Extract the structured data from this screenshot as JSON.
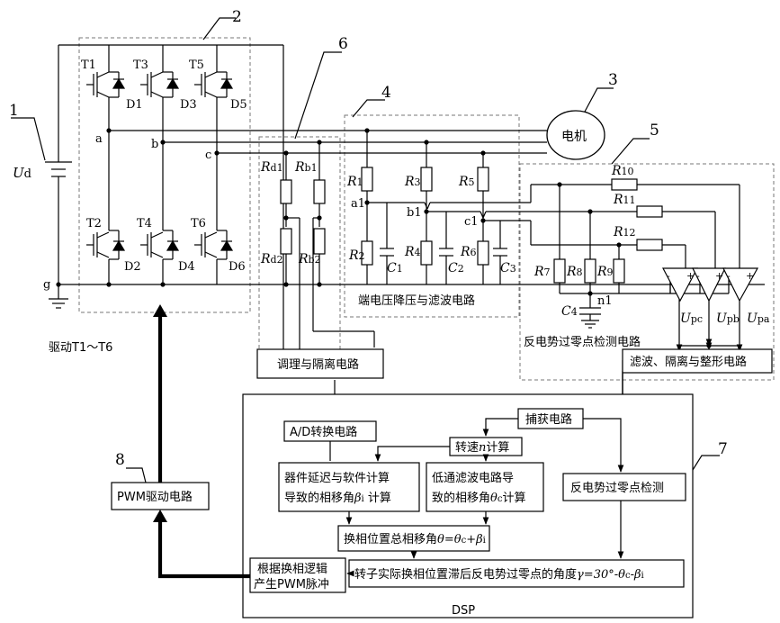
{
  "callouts": {
    "c1": "1",
    "c2": "2",
    "c3": "3",
    "c4": "4",
    "c5": "5",
    "c6": "6",
    "c7": "7",
    "c8": "8"
  },
  "source": {
    "label": "U",
    "sub": "d"
  },
  "transistors": {
    "t1": "T1",
    "t3": "T3",
    "t5": "T5",
    "t2": "T2",
    "t4": "T4",
    "t6": "T6"
  },
  "diodes": {
    "d1": "D1",
    "d3": "D3",
    "d5": "D5",
    "d2": "D2",
    "d4": "D4",
    "d6": "D6"
  },
  "nodes": {
    "a": "a",
    "b": "b",
    "c": "c",
    "g": "g",
    "a1": "a1",
    "b1": "b1",
    "c1": "c1",
    "n1": "n1"
  },
  "motor": "电机",
  "divider": {
    "rd1": "R",
    "rd1s": "d1",
    "rb1": "R",
    "rb1s": "b1",
    "rd2": "R",
    "rd2s": "d2",
    "rb2": "R",
    "rb2s": "b2"
  },
  "filter": {
    "r1": "R",
    "r1s": "1",
    "r3": "R",
    "r3s": "3",
    "r5": "R",
    "r5s": "5",
    "r2": "R",
    "r2s": "2",
    "r4": "R",
    "r4s": "4",
    "r6": "R",
    "r6s": "6",
    "c1": "C",
    "c1s": "1",
    "c2": "C",
    "c2s": "2",
    "c3": "C",
    "c3s": "3",
    "caption": "端电压降压与滤波电路"
  },
  "bemf": {
    "r10": "R",
    "r10s": "10",
    "r11": "R",
    "r11s": "11",
    "r12": "R",
    "r12s": "12",
    "r7": "R",
    "r7s": "7",
    "r8": "R",
    "r8s": "8",
    "r9": "R",
    "r9s": "9",
    "c4": "C",
    "c4s": "4",
    "upc": "U",
    "upcs": "pc",
    "upb": "U",
    "upbs": "pb",
    "upa": "U",
    "upas": "pa",
    "caption": "反电势过零点检测电路",
    "shaping": "滤波、隔离与整形电路"
  },
  "blocks": {
    "conditioning": "调理与隔离电路",
    "drive_label": "驱动T1～T6",
    "adc": "A/D转换电路",
    "capture": "捕获电路",
    "speed_a": "转速",
    "speed_n": "n",
    "speed_b": "计算",
    "delay_1": "器件延迟与软件计算",
    "delay_2a": "导致的相移角",
    "delay_2b": "β",
    "delay_2c": "i",
    "delay_2d": " 计算",
    "lpf_1": "低通滤波电路导",
    "lpf_2a": "致的相移角",
    "lpf_2b": "θ",
    "lpf_2c": "c",
    "lpf_2d": "计算",
    "zero_detect": "反电势过零点检测",
    "total_a": "换相位置总相移角",
    "total_b": "θ",
    "total_c": "=θ",
    "total_d": "c",
    "total_e": "+β",
    "total_f": "i",
    "final_a": "转子实际换相位置滞后反电势过零点的角度",
    "final_b": "γ",
    "final_c": "=30°-θ",
    "final_d": "c",
    "final_e": "-β",
    "final_f": "i",
    "pwm_gen_1": "根据换相逻辑",
    "pwm_gen_2": "产生PWM脉冲",
    "pwm_drive": "PWM驱动电路",
    "dsp": "DSP"
  }
}
